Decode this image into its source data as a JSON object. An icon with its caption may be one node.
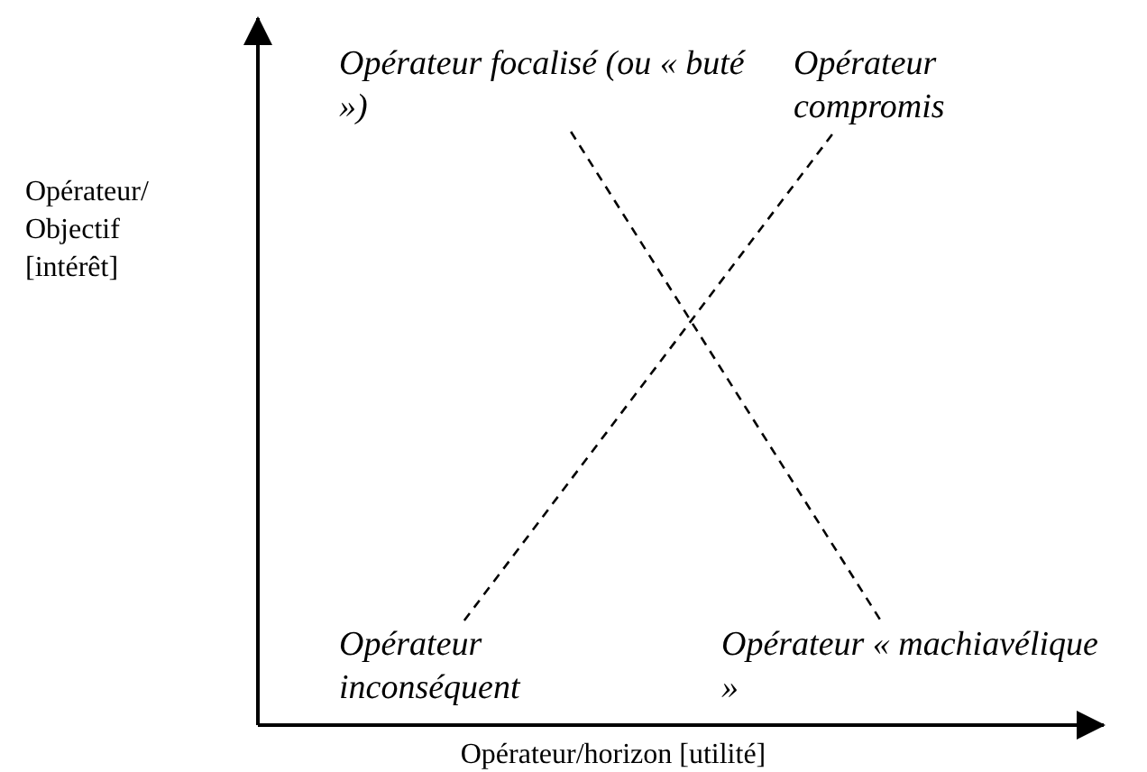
{
  "diagram": {
    "nodes": [
      {
        "text": [
          "Opérateur focalisé (ou « buté »)"
        ]
      },
      {
        "text": [
          "Opérateur compromis"
        ]
      },
      {
        "text": [
          "Opérateur inconséquent"
        ]
      },
      {
        "text": [
          "Opérateur « machiavélique »"
        ]
      }
    ],
    "edges": [
      {
        "from": 0,
        "to": 3,
        "arrow": "none",
        "style": "dashed"
      },
      {
        "from": 2,
        "to": 1,
        "arrow": "none",
        "style": "dashed"
      }
    ],
    "labels": [
      "Opérateur/ Objectif [intérêt]",
      "Opérateur/horizon [utilité]"
    ]
  }
}
